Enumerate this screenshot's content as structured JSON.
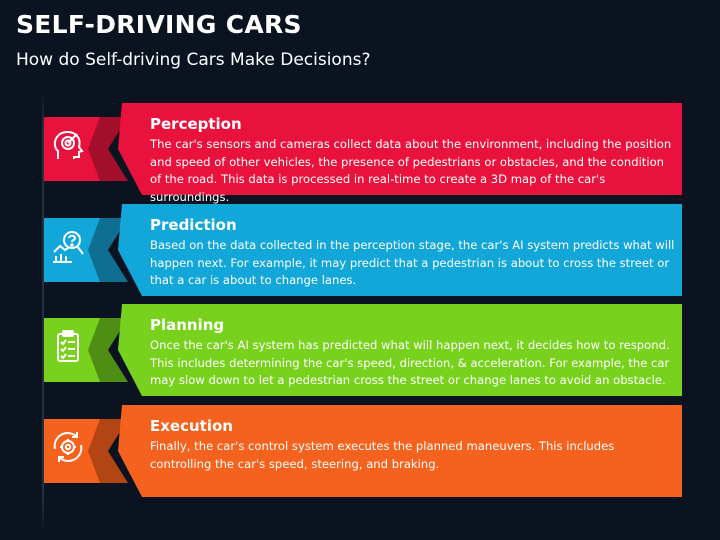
{
  "header": {
    "title": "SELF-DRIVING CARS",
    "subtitle": "How do Self-driving Cars Make Decisions?"
  },
  "steps": [
    {
      "title": "Perception",
      "text": "The car's sensors and cameras collect data about the environment, including the position and speed of other vehicles, the presence of pedestrians or obstacles, and the condition of the road. This data is processed in real-time to create a 3D map of the car's surroundings.",
      "color": "#e8123c",
      "dark_color": "#a30e2a",
      "icon": "head-target-icon"
    },
    {
      "title": "Prediction",
      "text": "Based on the data collected in the perception stage, the car's AI system predicts what will happen next. For example, it may predict that a pedestrian is about to cross the street or that a car is about to change lanes.",
      "color": "#12a7d8",
      "dark_color": "#0e6f93",
      "icon": "chart-question-icon"
    },
    {
      "title": "Planning",
      "text": "Once the car's AI system has predicted what will happen next, it decides how to respond. This includes determining the car's speed, direction, & acceleration. For example, the car may slow down to let a pedestrian cross the street or change lanes to avoid an obstacle.",
      "color": "#78d11c",
      "dark_color": "#4f8e14",
      "icon": "clipboard-checklist-icon"
    },
    {
      "title": "Execution",
      "text": "Finally, the car's control system executes the planned maneuvers. This includes controlling the car's speed, steering, and braking.",
      "color": "#f4621e",
      "dark_color": "#b34414",
      "icon": "gear-cycle-icon"
    }
  ]
}
